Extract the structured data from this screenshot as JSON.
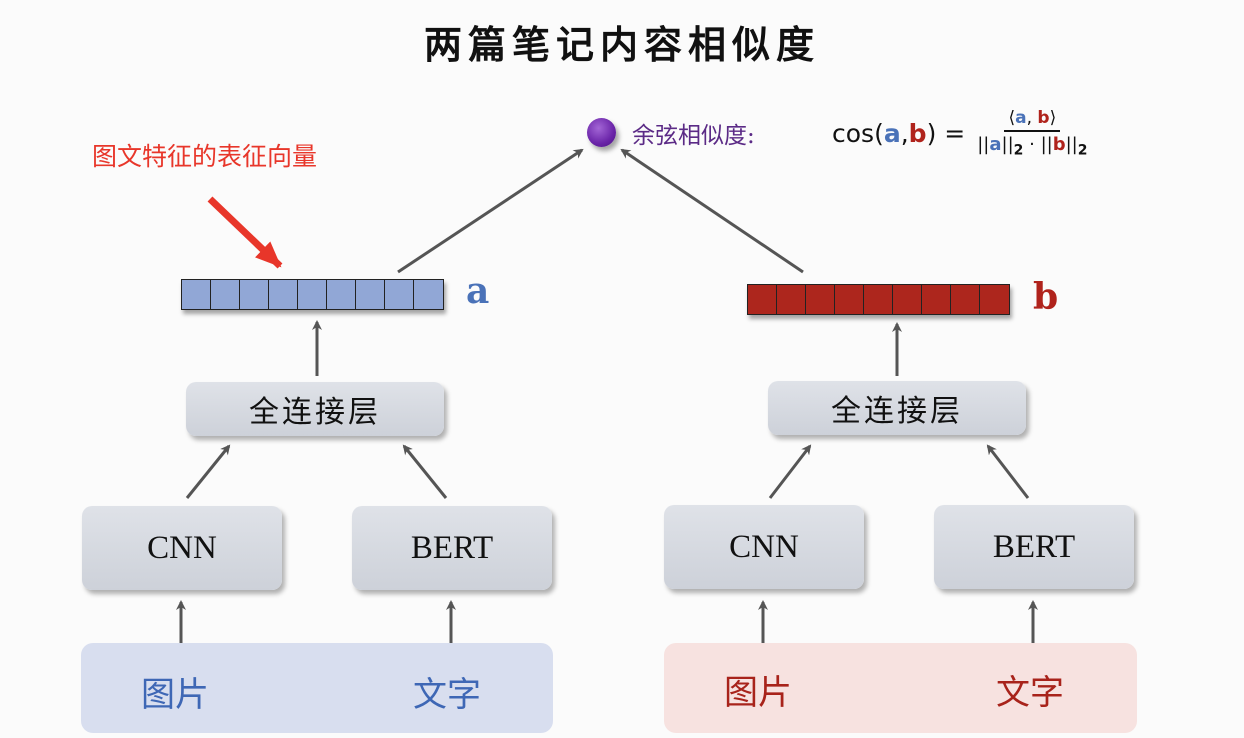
{
  "title": "两篇笔记内容相似度",
  "annotation": "图文特征的表征向量",
  "similarity": {
    "label": "余弦相似度:",
    "formula_lhs": "cos(",
    "var_a": "a",
    "comma": ",",
    "var_b": "b",
    "formula_close": ") =",
    "numerator_open": "⟨",
    "numerator_comma": ", ",
    "numerator_close": "⟩",
    "norm_open": "||",
    "norm_close": "||",
    "subscript": "2",
    "dot_op": " · "
  },
  "branches": [
    {
      "vector_label": "a",
      "vector_cells": 9,
      "fc_label": "全连接层",
      "encoders": [
        "CNN",
        "BERT"
      ],
      "inputs": [
        "图片",
        "文字"
      ],
      "color": "#4a72b8"
    },
    {
      "vector_label": "b",
      "vector_cells": 9,
      "fc_label": "全连接层",
      "encoders": [
        "CNN",
        "BERT"
      ],
      "inputs": [
        "图片",
        "文字"
      ],
      "color": "#b0231c"
    }
  ],
  "colors": {
    "vector_a": "#91a7d6",
    "vector_b": "#ad261d",
    "panel_a": "#d8deef",
    "panel_b": "#f7e2e0",
    "annotation": "#e8362a",
    "similarity_node": "#6a24a8"
  }
}
